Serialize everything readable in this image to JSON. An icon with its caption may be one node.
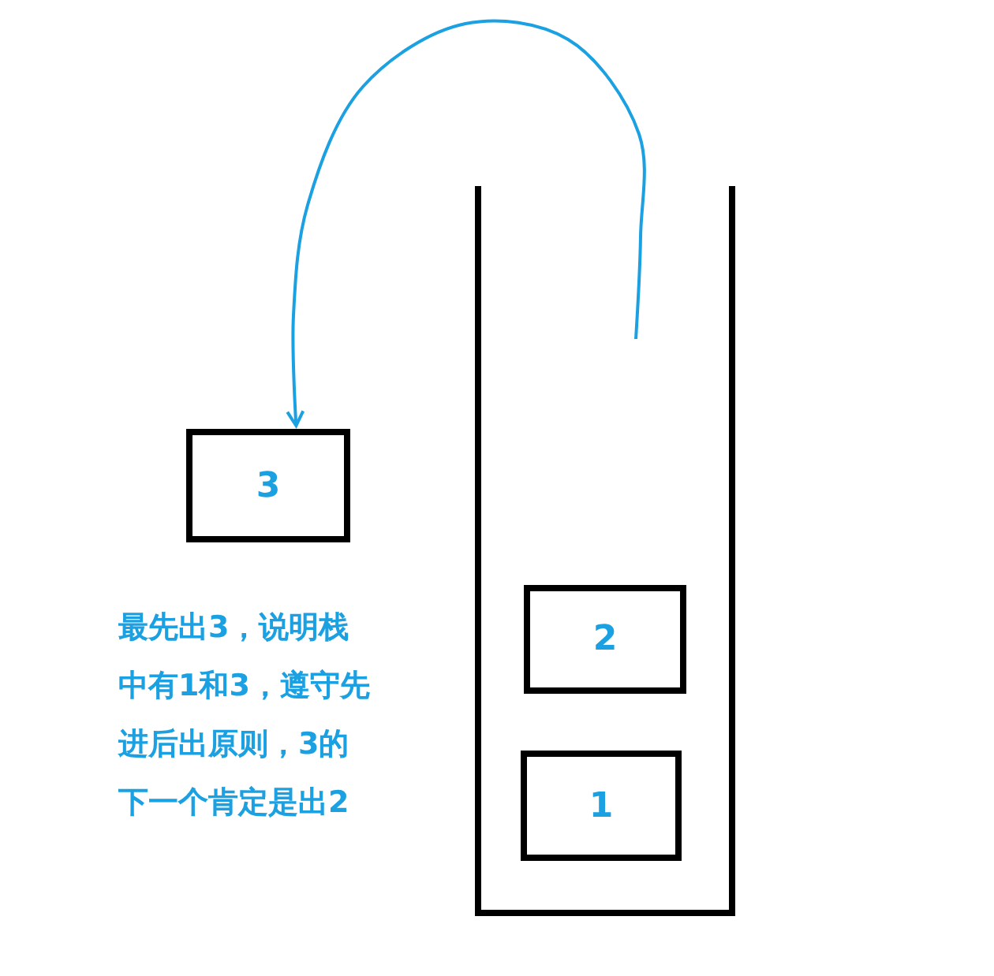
{
  "diagram": {
    "nodes": [
      {
        "text": [],
        "shape": "box"
      },
      {
        "text": [
          "2"
        ],
        "in": 0
      },
      {
        "text": [
          "1"
        ],
        "in": 0
      },
      {
        "text": [
          "3"
        ]
      }
    ],
    "edges": [
      {
        "from": null,
        "to": 3,
        "arrow": "to",
        "color": "#1ba1e2"
      }
    ],
    "labels": [
      "最先出3，说明栈中有1和3，遵守先进后出原则，3的下一个肯定是出2"
    ]
  }
}
